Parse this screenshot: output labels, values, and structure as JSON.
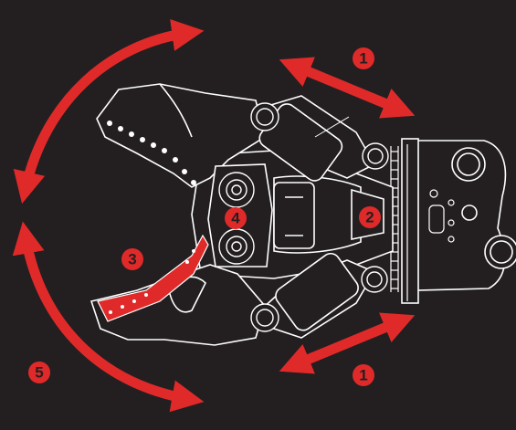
{
  "colors": {
    "background": "#231f20",
    "accent_red": "#e02a2a",
    "outline": "#ffffff",
    "body_fill": "#231f20"
  },
  "callouts": [
    {
      "id": "cylinder-top",
      "label": "1"
    },
    {
      "id": "cylinder-bottom",
      "label": "1"
    },
    {
      "id": "swivel-mount",
      "label": "2"
    },
    {
      "id": "jaw-blade",
      "label": "3"
    },
    {
      "id": "pivot-pins",
      "label": "4"
    },
    {
      "id": "jaw-rotation",
      "label": "5"
    }
  ],
  "icons": [
    "double-arrow-icon",
    "curved-double-arrow-icon",
    "hydraulic-cylinder-icon",
    "pivot-bolt-icon",
    "mounting-ring-icon"
  ]
}
